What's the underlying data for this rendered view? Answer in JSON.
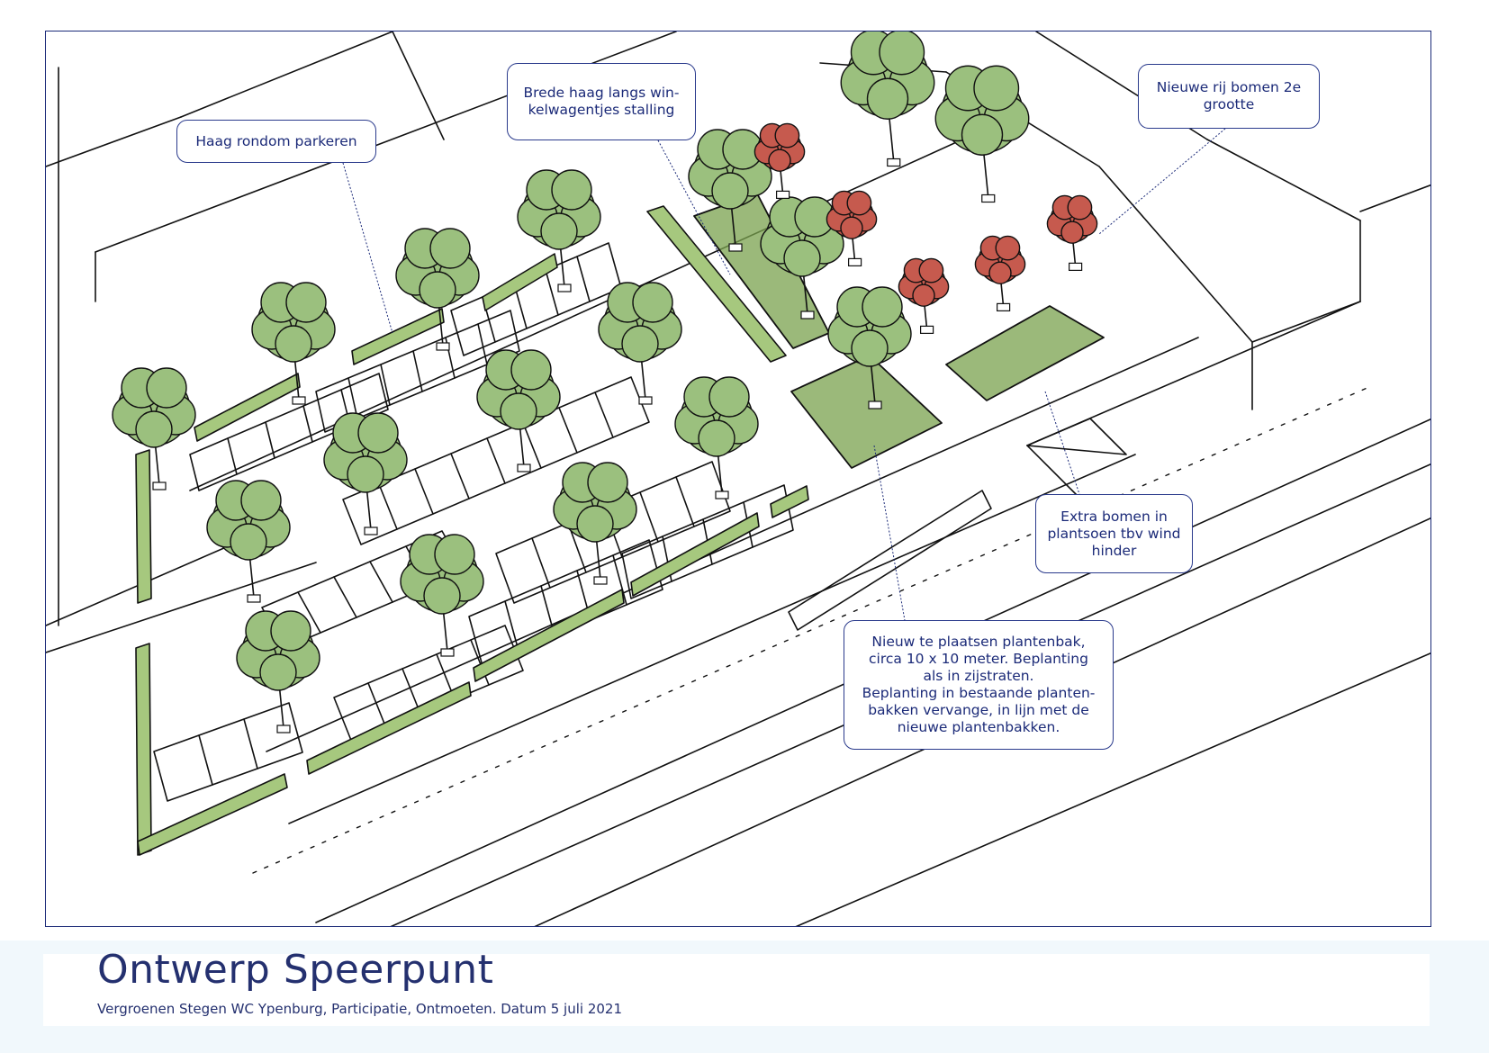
{
  "title": "Ontwerp Speerpunt",
  "subtitle": "Vergroenen Stegen WC Ypenburg, Participatie, Ontmoeten. Datum 5 juli 2021",
  "callouts": {
    "haag_parkeren": "Haag rondom parkeren",
    "brede_haag": "Brede haag langs win-\nkelwagentjes stalling",
    "nieuwe_rij": "Nieuwe rij bomen 2e\ngrootte",
    "extra_bomen": "Extra bomen in\nplantsoen tbv wind\nhinder",
    "plantenbak": "Nieuw te plaatsen plantenbak,\ncirca 10 x 10 meter. Beplanting\nals in zijstraten.\nBeplanting in bestaande planten-\nbakken  vervange, in lijn met de\nnieuwe plantenbakken."
  },
  "colors": {
    "line": "#111111",
    "accent": "#1b2a78",
    "tree_green": "#9bc07e",
    "hedge_green": "#a6c87e",
    "tree_red": "#c65a4e",
    "planting": "#7aa24e"
  }
}
